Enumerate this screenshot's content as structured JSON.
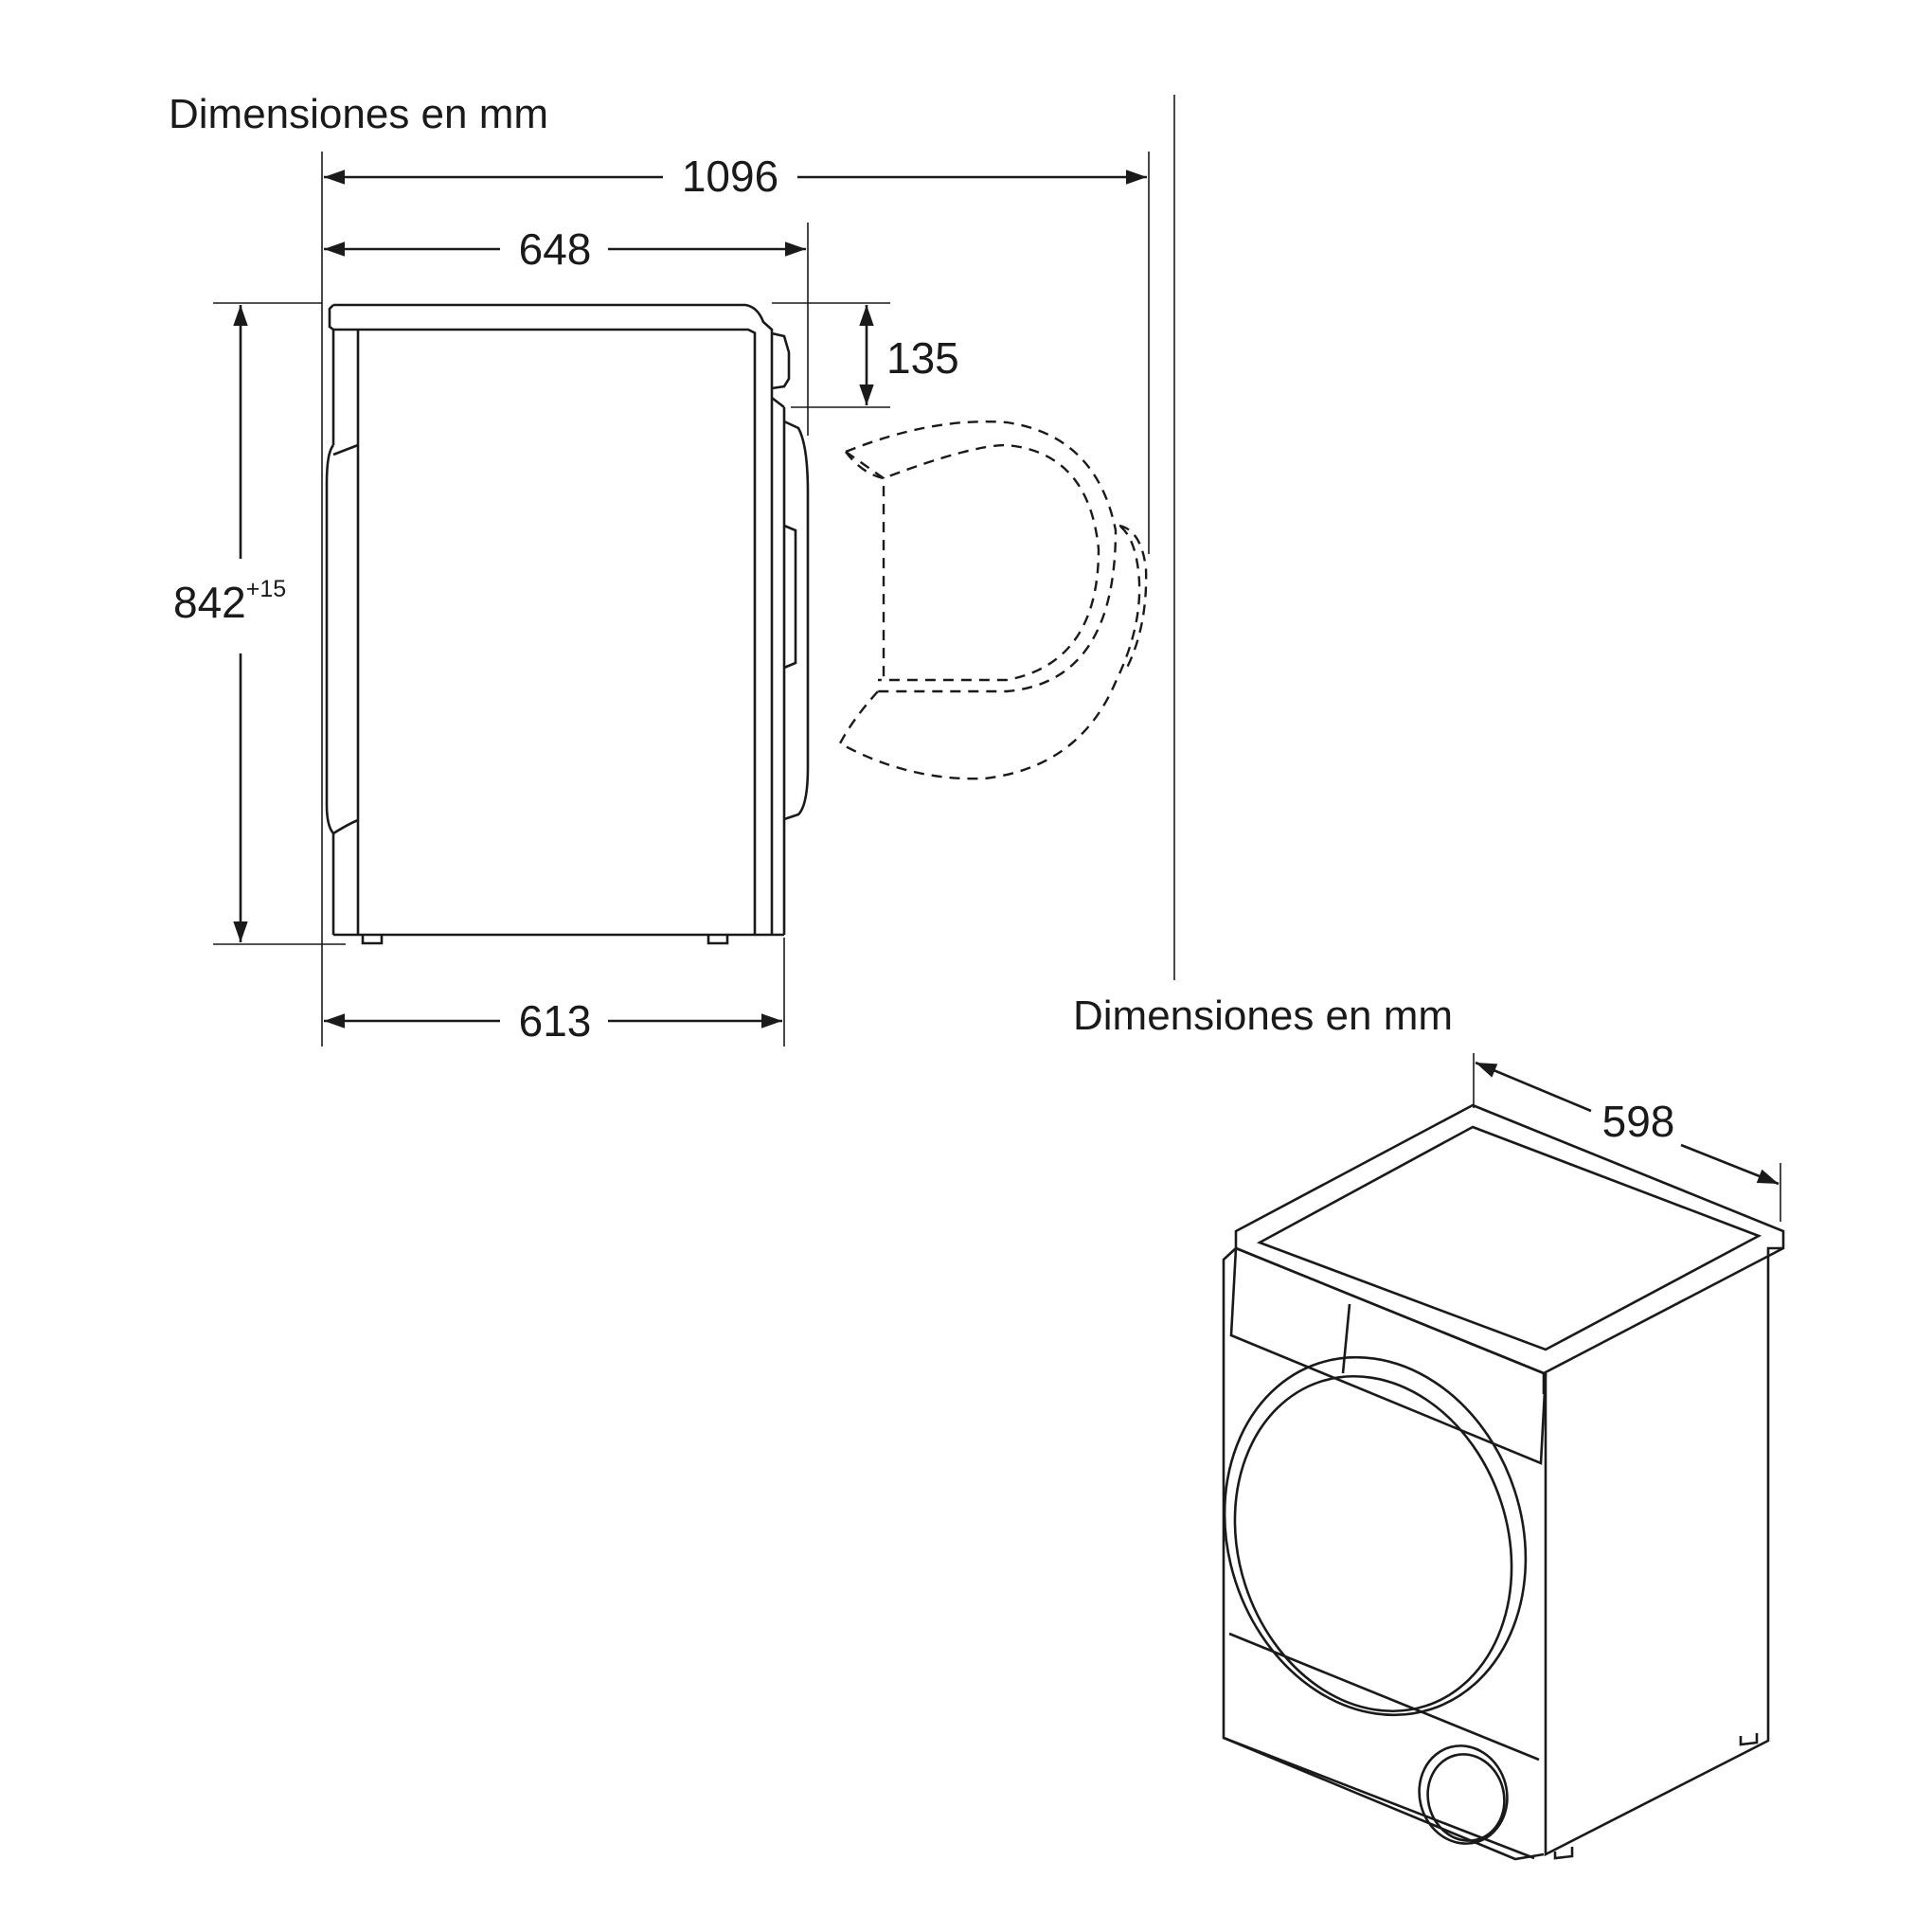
{
  "side_view": {
    "title": "Dimensiones en mm",
    "dim_total_depth_door_open": "1096",
    "dim_depth_with_door": "648",
    "dim_top_overhang": "135",
    "dim_height": "842",
    "dim_height_tolerance": "+15",
    "dim_body_depth": "613"
  },
  "iso_view": {
    "title": "Dimensiones en mm",
    "dim_width": "598"
  }
}
